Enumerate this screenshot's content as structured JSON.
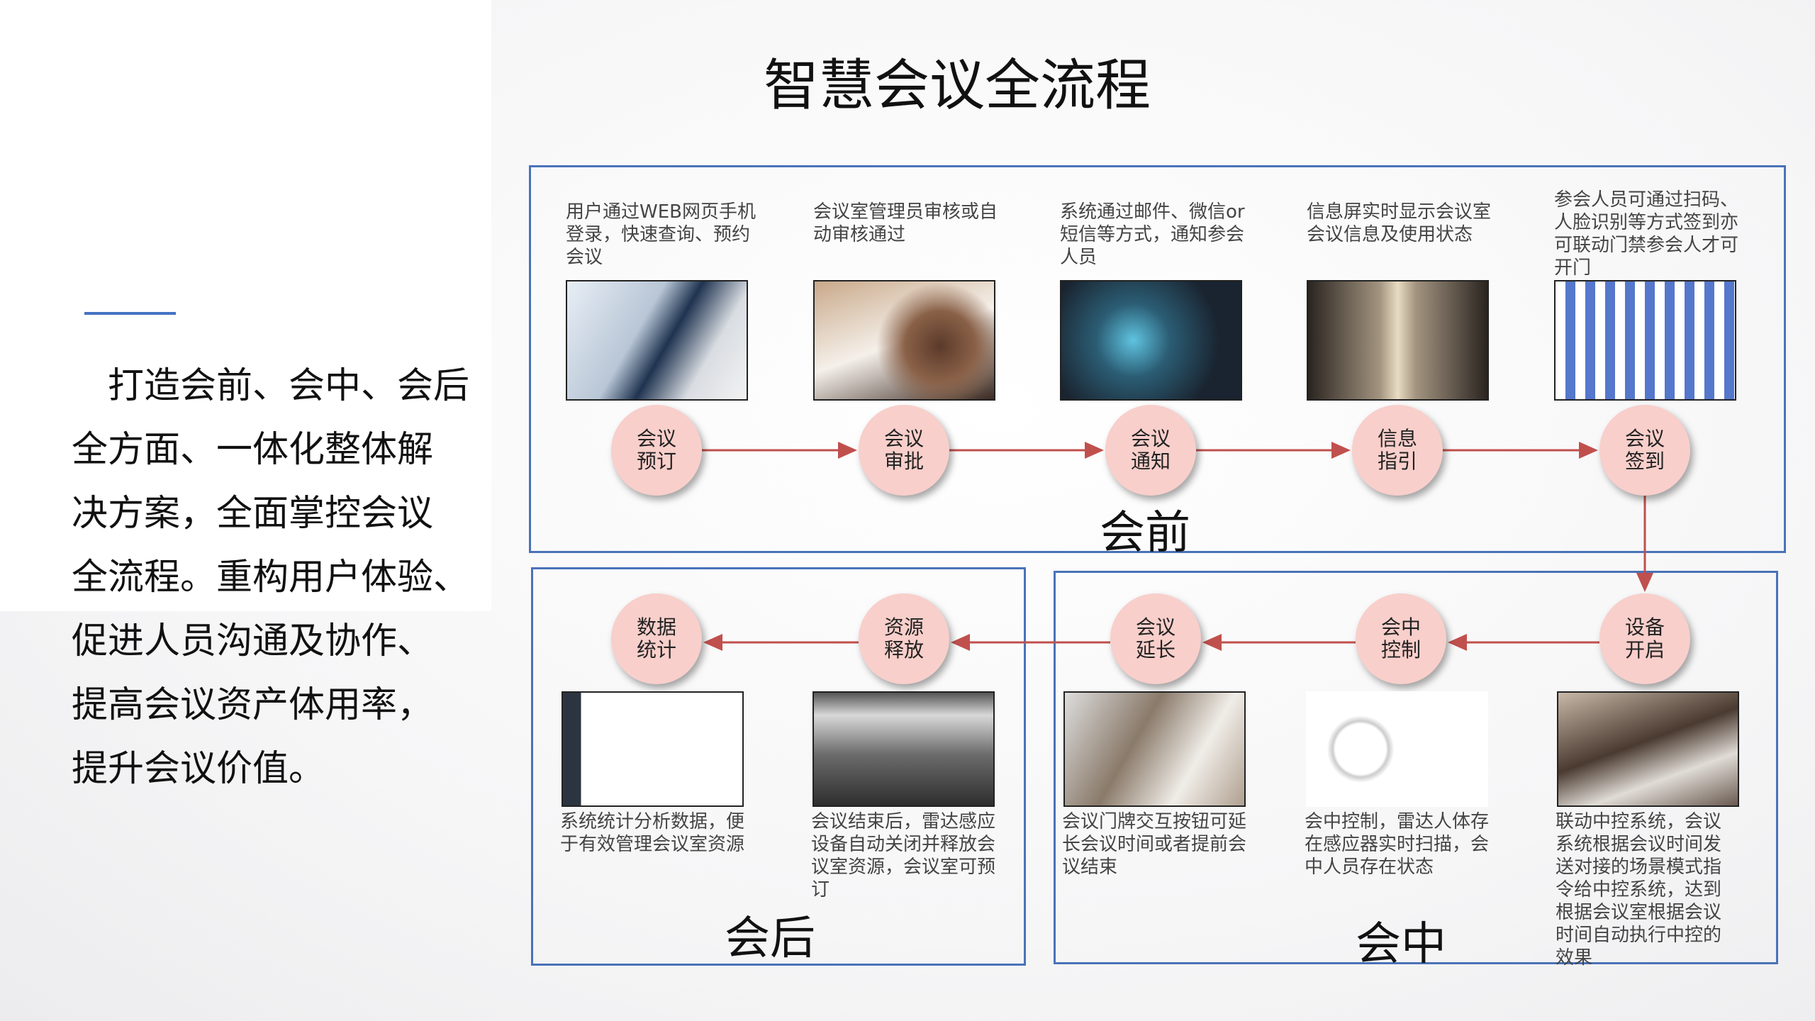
{
  "title": "智慧会议全流程",
  "summary": {
    "lines": [
      "　打造会前、会中、会后",
      "全方面、一体化整体解",
      "决方案，全面掌控会议",
      "全流程。重构用户体验、",
      "促进人员沟通及协作、",
      "提高会议资产体用率，",
      "提升会议价值。"
    ]
  },
  "phases": {
    "before": "会前",
    "during": "会中",
    "after": "会后"
  },
  "top_steps": [
    {
      "label": [
        "会议",
        "预订"
      ],
      "desc": "用户通过WEB网页手机登录，快速查询、预约会议",
      "image": "laptop-phone-photo"
    },
    {
      "label": [
        "会议",
        "审批"
      ],
      "desc": "会议室管理员审核或自动审核通过",
      "image": "granted-stamp-photo"
    },
    {
      "label": [
        "会议",
        "通知"
      ],
      "desc": "系统通过邮件、微信or短信等方式，通知参会人员",
      "image": "phone-messages-photo"
    },
    {
      "label": [
        "信息",
        "指引"
      ],
      "desc": "信息屏实时显示会议室会议信息及使用状态",
      "image": "hallway-screen-photo"
    },
    {
      "label": [
        "会议",
        "签到"
      ],
      "desc": "参会人员可通过扫码、人脸识别等方式签到亦可联动门禁参会人才可开门",
      "image": "signin-dashboard-screenshot"
    }
  ],
  "bottom_steps": [
    {
      "label": [
        "数据",
        "统计"
      ],
      "desc": "系统统计分析数据，便于有效管理会议室资源",
      "image": "stats-dashboard-screenshot"
    },
    {
      "label": [
        "资源",
        "释放"
      ],
      "desc": "会议结束后，雷达感应设备自动关闭并释放会议室资源，会议室可预订",
      "image": "empty-meeting-room-photo"
    },
    {
      "label": [
        "会议",
        "延长"
      ],
      "desc": "会议门牌交互按钮可延长会议时间或者提前会议结束",
      "image": "handshake-photo"
    },
    {
      "label": [
        "会中",
        "控制"
      ],
      "desc": "会中控制，雷达人体存在感应器实时扫描，会中人员存在状态",
      "image": "radar-sensor-photo"
    },
    {
      "label": [
        "设备",
        "开启"
      ],
      "desc": "联动中控系统，会议系统根据会议时间发送对接的场景模式指令给中控系统，达到根据会议室根据会议时间自动执行中控的效果",
      "image": "meeting-presentation-photo"
    }
  ],
  "colors": {
    "arrow": "#c0504d",
    "border": "#4a72b8",
    "circle": "#f8cfcb"
  }
}
